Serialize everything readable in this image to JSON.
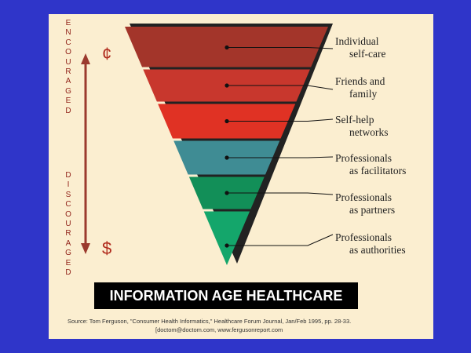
{
  "left_axis": {
    "top_label": "ENCOURAGED",
    "bottom_label": "DISCOURAGED",
    "top_symbol": "¢",
    "bottom_symbol": "$"
  },
  "tiers": [
    {
      "line1": "Individual",
      "line2": "self-care",
      "color": "#a3352a"
    },
    {
      "line1": "Friends and",
      "line2": "family",
      "color": "#c8372d"
    },
    {
      "line1": "Self-help",
      "line2": "networks",
      "color": "#e03224"
    },
    {
      "line1": "Professionals",
      "line2": "as facilitators",
      "color": "#3f8c94"
    },
    {
      "line1": "Professionals",
      "line2": "as partners",
      "color": "#128f58"
    },
    {
      "line1": "Professionals",
      "line2": "as authorities",
      "color": "#14a66b"
    }
  ],
  "title": "INFORMATION AGE HEALTHCARE",
  "source": {
    "line1": "Source:  Tom Ferguson, \"Consumer Health Informatics,\" Healthcare Forum Journal, Jan/Feb 1995, pp. 28-33.",
    "line2": "[doctom@doctom.com, www.fergusonreport.com"
  },
  "colors": {
    "background": "#2f35c9",
    "slide": "#fbeed0",
    "arrow": "#9b3a2e"
  }
}
